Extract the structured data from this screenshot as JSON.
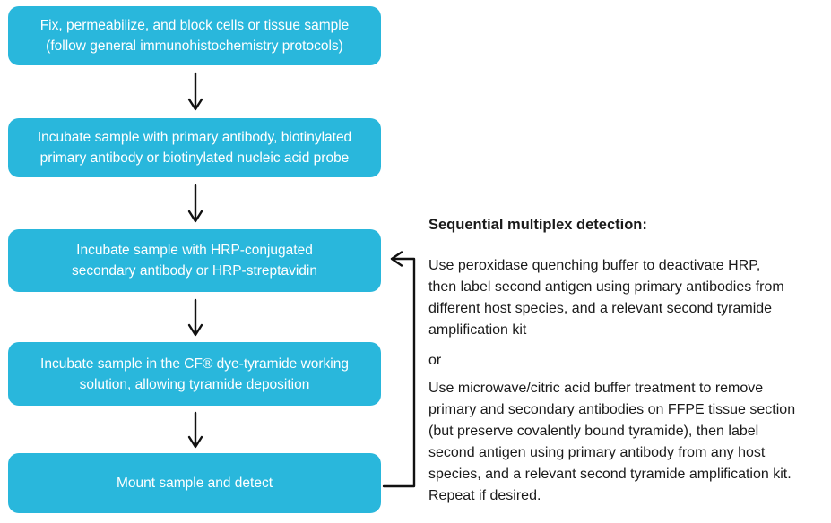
{
  "colors": {
    "box_fill": "#29b7dc",
    "box_text": "#ffffff",
    "body_text": "#1a1a1a",
    "arrow": "#111111",
    "background": "#ffffff"
  },
  "flowchart": {
    "steps": [
      {
        "lines": [
          "Fix, permeabilize, and block cells or tissue sample",
          "(follow general immunohistochemistry protocols)"
        ]
      },
      {
        "lines": [
          "Incubate sample with primary antibody, biotinylated",
          "primary antibody or biotinylated nucleic acid probe"
        ]
      },
      {
        "lines": [
          "Incubate sample with HRP-conjugated",
          "secondary antibody or HRP-streptavidin"
        ]
      },
      {
        "lines": [
          "Incubate sample in the CF® dye-tyramide working",
          "solution, allowing tyramide deposition"
        ]
      },
      {
        "lines": [
          "Mount sample and detect"
        ]
      }
    ]
  },
  "right_panel": {
    "heading": "Sequential multiplex detection:",
    "option1_lines": [
      "Use peroxidase quenching buffer to deactivate HRP,",
      "then label second antigen using primary antibodies from",
      "different host species, and a relevant second tyramide",
      "amplification kit"
    ],
    "separator": "or",
    "option2_lines": [
      "Use microwave/citric acid buffer treatment to remove",
      "primary and secondary antibodies on FFPE tissue section",
      "(but preserve covalently bound tyramide), then label",
      "second antigen using primary antibody from any host",
      "species, and a relevant second tyramide amplification kit.",
      "Repeat if desired."
    ]
  }
}
